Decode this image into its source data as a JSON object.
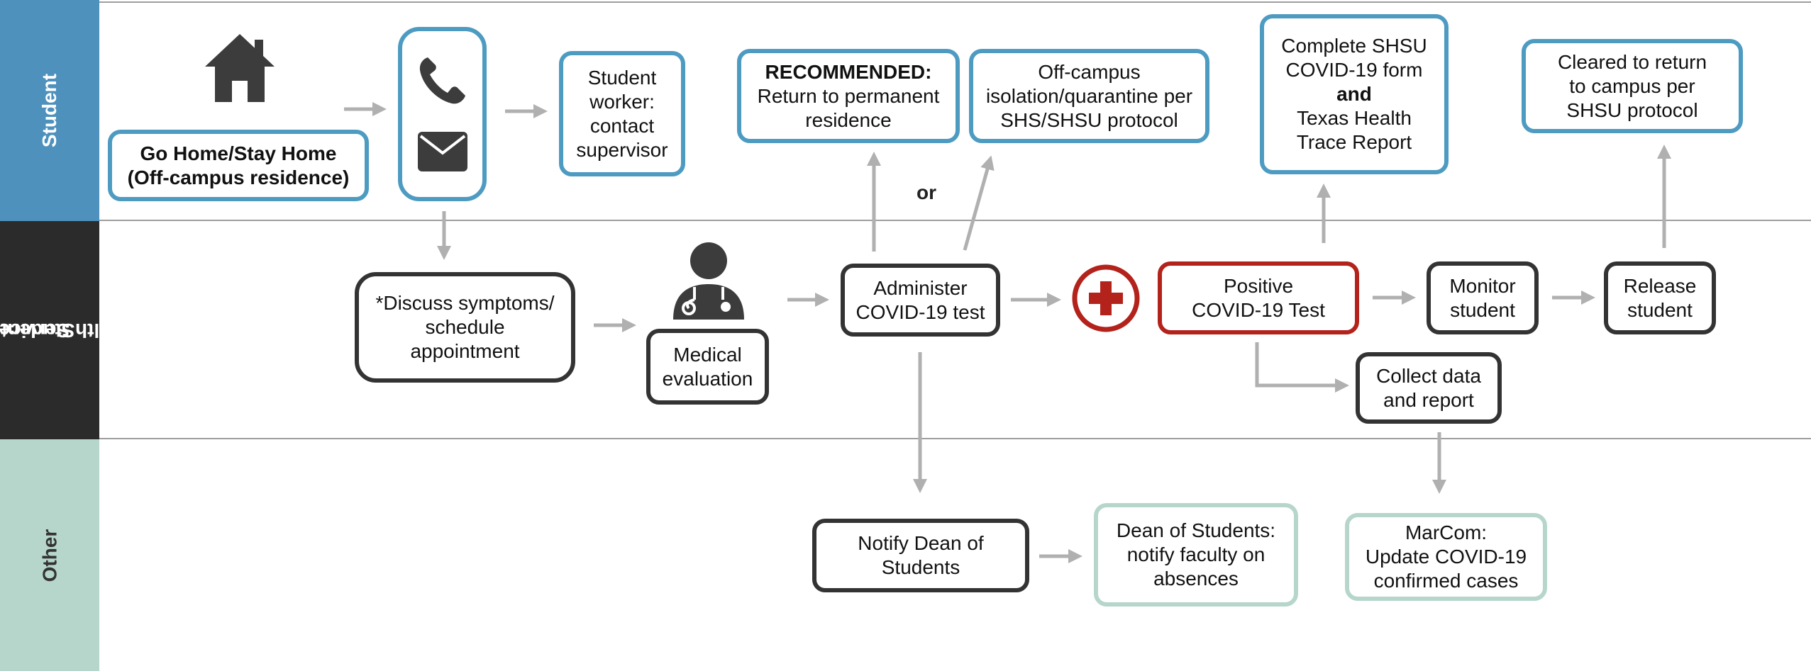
{
  "colors": {
    "student_lane": "#4e91bd",
    "shs_lane": "#2b2b2b",
    "other_lane": "#b6d6cc",
    "blue_border": "#4e9bc2",
    "dark_border": "#333333",
    "red_border": "#b3221b",
    "teal_border": "#b6d6cc",
    "arrow": "#b0b0b0"
  },
  "lanes": {
    "student": "Student",
    "shs_line1": "Student",
    "shs_line2": "Health Services",
    "other": "Other"
  },
  "student_lane": {
    "go_home": [
      "Go Home/Stay Home",
      "(Off-campus residence)"
    ],
    "student_worker": [
      "Student",
      "worker:",
      "contact",
      "supervisor"
    ],
    "recommended_label": "RECOMMENDED:",
    "recommended_text": [
      "Return to permanent",
      "residence"
    ],
    "off_campus": [
      "Off-campus",
      "isolation/quarantine per",
      "SHS/SHSU protocol"
    ],
    "or_label": "or",
    "complete_form": [
      "Complete SHSU",
      "COVID-19 form",
      "and",
      "Texas Health",
      "Trace Report"
    ],
    "cleared": [
      "Cleared to return",
      "to campus per",
      "SHSU protocol"
    ]
  },
  "shs_lane": {
    "discuss": [
      "*Discuss symptoms/",
      "schedule",
      "appointment"
    ],
    "medical_eval": [
      "Medical",
      "evaluation"
    ],
    "administer": [
      "Administer",
      "COVID-19 test"
    ],
    "positive": [
      "Positive",
      "COVID-19 Test"
    ],
    "monitor": [
      "Monitor",
      "student"
    ],
    "release": [
      "Release",
      "student"
    ],
    "collect": [
      "Collect data",
      "and report"
    ]
  },
  "other_lane": {
    "notify_dean": [
      "Notify Dean of",
      "Students"
    ],
    "dean_students": [
      "Dean of Students:",
      "notify faculty on",
      "absences"
    ],
    "marcom": [
      "MarCom:",
      "Update COVID-19",
      "confirmed cases"
    ]
  },
  "icons": {
    "home": "home-icon",
    "phone": "phone-icon",
    "email": "envelope-icon",
    "doctor": "doctor-icon",
    "medical_cross": "medical-cross-icon"
  }
}
